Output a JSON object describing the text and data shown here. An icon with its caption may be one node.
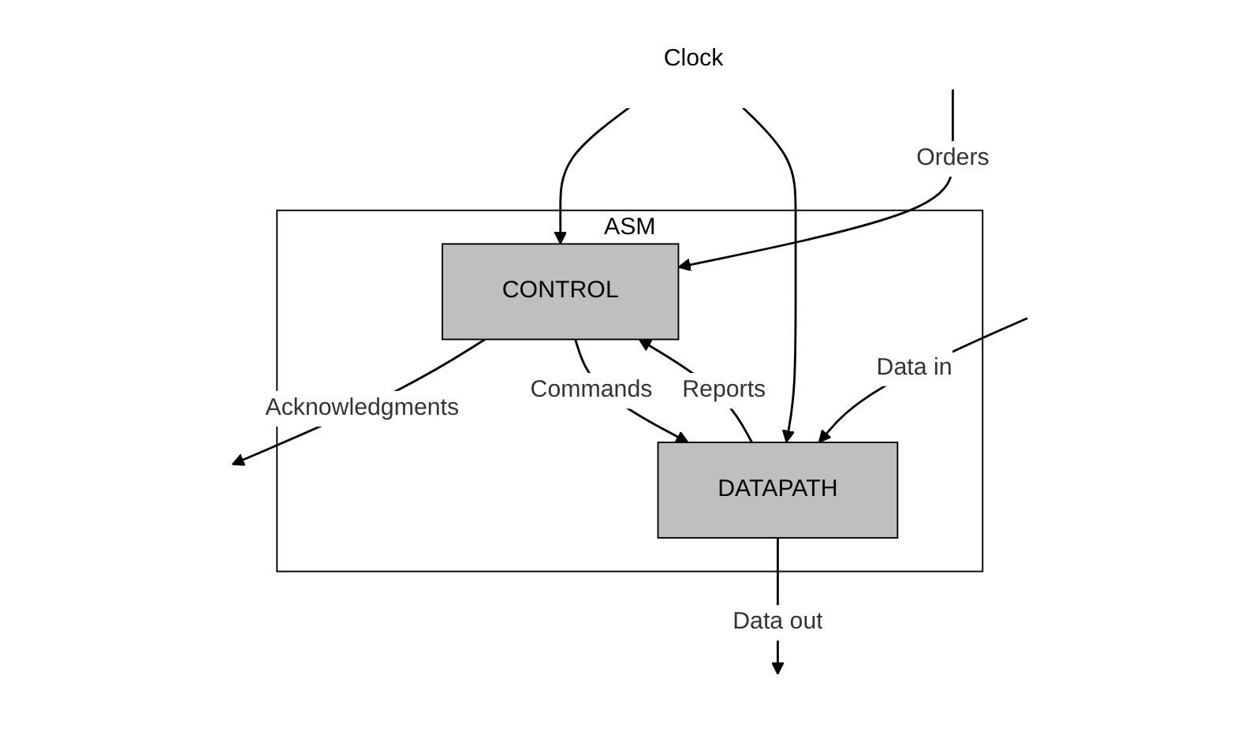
{
  "diagram": {
    "nodes": [
      {
        "text": [
          "ASM"
        ]
      },
      {
        "text": [
          "CONTROL"
        ],
        "in": 0
      },
      {
        "text": [
          "DATAPATH"
        ],
        "in": 0
      },
      {
        "text": [
          "Clock"
        ]
      }
    ],
    "edges": [
      {
        "from": null,
        "to": 1,
        "arrow": "to",
        "label": "Orders"
      },
      {
        "from": 1,
        "to": null,
        "arrow": "to",
        "label": "Acknowledgments"
      },
      {
        "from": 3,
        "to": 1,
        "arrow": "to"
      },
      {
        "from": 3,
        "to": 2,
        "arrow": "to"
      },
      {
        "from": 1,
        "to": 2,
        "arrow": "to",
        "label": "Commands"
      },
      {
        "from": 2,
        "to": 1,
        "arrow": "to",
        "label": "Reports"
      },
      {
        "from": null,
        "to": 2,
        "arrow": "to",
        "label": "Data in"
      },
      {
        "from": 2,
        "to": null,
        "arrow": "to",
        "label": "Data out"
      }
    ]
  }
}
